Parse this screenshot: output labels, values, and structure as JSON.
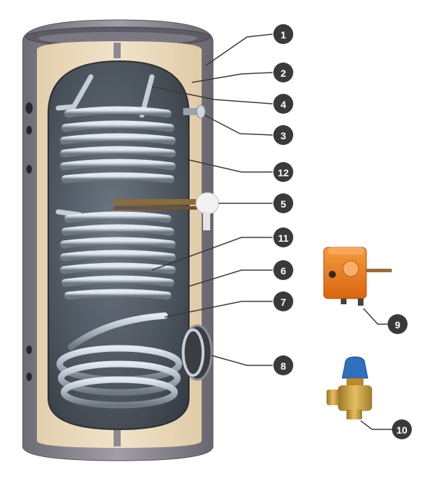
{
  "callouts": [
    {
      "id": "1",
      "label": "1"
    },
    {
      "id": "2",
      "label": "2"
    },
    {
      "id": "4",
      "label": "4"
    },
    {
      "id": "3",
      "label": "3"
    },
    {
      "id": "12",
      "label": "12"
    },
    {
      "id": "5",
      "label": "5"
    },
    {
      "id": "11",
      "label": "11"
    },
    {
      "id": "6",
      "label": "6"
    },
    {
      "id": "7",
      "label": "7"
    },
    {
      "id": "8",
      "label": "8"
    },
    {
      "id": "9",
      "label": "9"
    },
    {
      "id": "10",
      "label": "10"
    }
  ],
  "colors": {
    "outer_casing": "#8a8690",
    "insulation": "#ead9bc",
    "tank_interior": "#4b535c",
    "coil": "#b9c2cc",
    "thermostat_body": "#ef7d1f",
    "valve_brass": "#c89a3a",
    "valve_cap": "#2f6fbf",
    "callout_badge": "#3a3a3a"
  },
  "icons": [
    "boiler-cutaway-illustration",
    "thermostat-icon",
    "safety-valve-icon"
  ]
}
